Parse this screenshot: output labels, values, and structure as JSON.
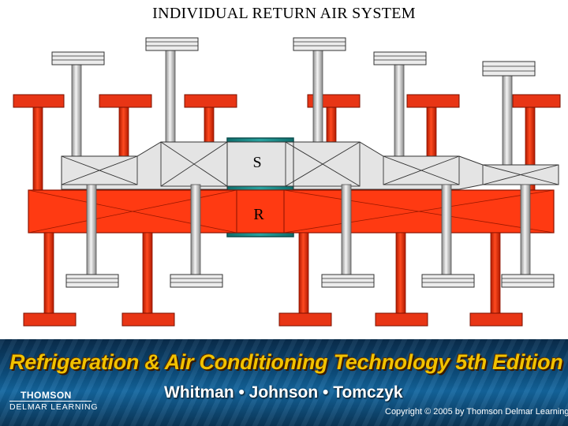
{
  "title": "INDIVIDUAL RETURN AIR SYSTEM",
  "diagram": {
    "supply_label": "S",
    "return_label": "R",
    "colors": {
      "supply_trunk": "#e4e4e4",
      "return_trunk": "#ff3a12",
      "supply_register": "#ececec",
      "return_grille": "#e83515",
      "air_handler": "#1d8c8a"
    }
  },
  "footer": {
    "book_title": "Refrigeration & Air Conditioning Technology 5th Edition",
    "authors": "Whitman • Johnson • Tomczyk",
    "publisher_line1": "THOMSON",
    "publisher_line2": "DELMAR LEARNING",
    "copyright": "Copyright © 2005 by Thomson Delmar Learning"
  }
}
